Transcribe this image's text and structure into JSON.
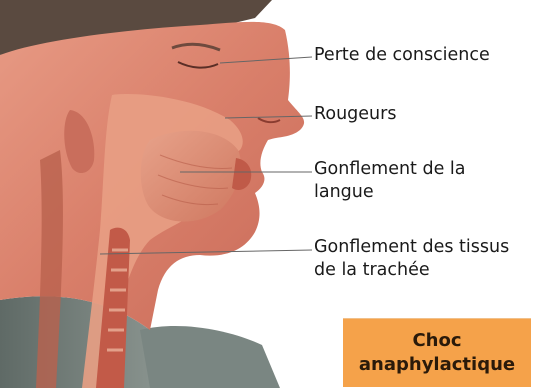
{
  "labels": [
    {
      "lines": [
        "Perte de conscience"
      ]
    },
    {
      "lines": [
        "Rougeurs"
      ]
    },
    {
      "lines": [
        "Gonflement de la",
        "langue"
      ]
    },
    {
      "lines": [
        "Gonflement des tissus",
        "de la trachée"
      ]
    }
  ],
  "title_box": {
    "line1": "Choc",
    "line2": "anaphylactique"
  },
  "colors": {
    "title_box_bg": "#f5a24a",
    "skin": "#d8806a",
    "background": "#ffffff"
  }
}
